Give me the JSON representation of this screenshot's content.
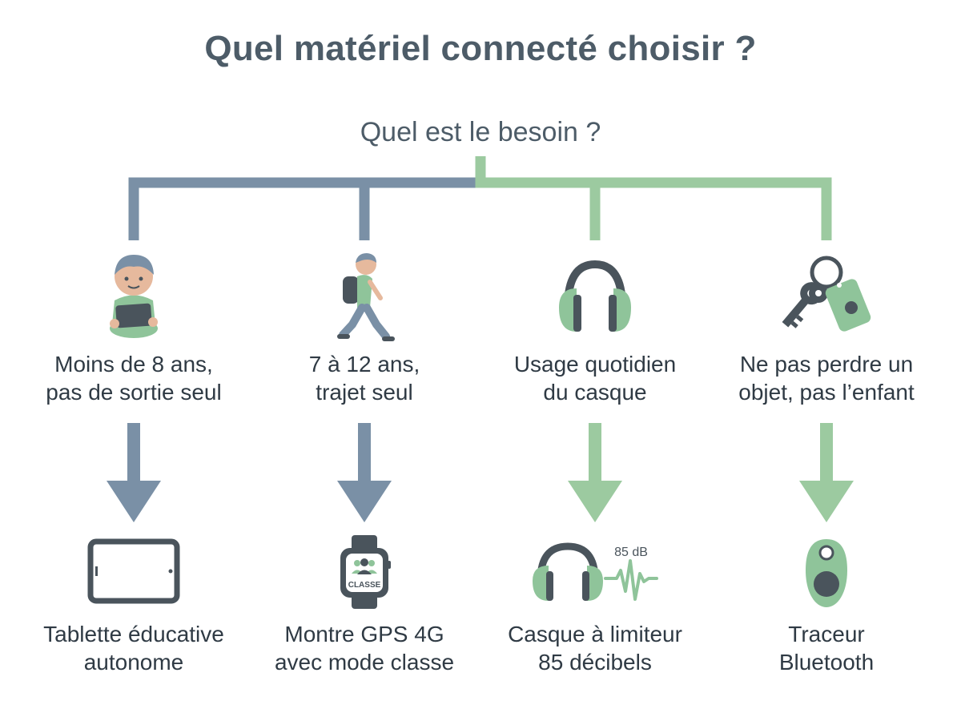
{
  "title": "Quel matériel connecté choisir ?",
  "question": "Quel est le besoin ?",
  "colors": {
    "blue": "#7a90a6",
    "green": "#9ccaa0",
    "dark": "#4a545c",
    "greenIcon": "#8fc49a",
    "skin": "#e6b99d"
  },
  "branches": [
    {
      "need": [
        "Moins de 8 ans,",
        "pas de sortie seul"
      ],
      "need_icon": "child-with-tablet-icon",
      "result": [
        "Tablette éducative",
        "autonome"
      ],
      "result_icon": "tablet-icon",
      "color": "blue"
    },
    {
      "need": [
        "7 à 12 ans,",
        "trajet seul"
      ],
      "need_icon": "walking-child-with-backpack-icon",
      "result": [
        "Montre GPS 4G",
        "avec mode classe"
      ],
      "result_icon": "smartwatch-icon",
      "result_icon_text": "CLASSE",
      "color": "blue"
    },
    {
      "need": [
        "Usage quotidien",
        "du casque"
      ],
      "need_icon": "headphones-icon",
      "result": [
        "Casque à limiteur",
        "85 décibels"
      ],
      "result_icon": "headphones-limiter-icon",
      "result_icon_text": "85 dB",
      "color": "green"
    },
    {
      "need": [
        "Ne pas perdre un",
        "objet, pas l’enfant"
      ],
      "need_icon": "keys-with-tag-icon",
      "result": [
        "Traceur",
        "Bluetooth"
      ],
      "result_icon": "bluetooth-tracker-icon",
      "color": "green"
    }
  ]
}
